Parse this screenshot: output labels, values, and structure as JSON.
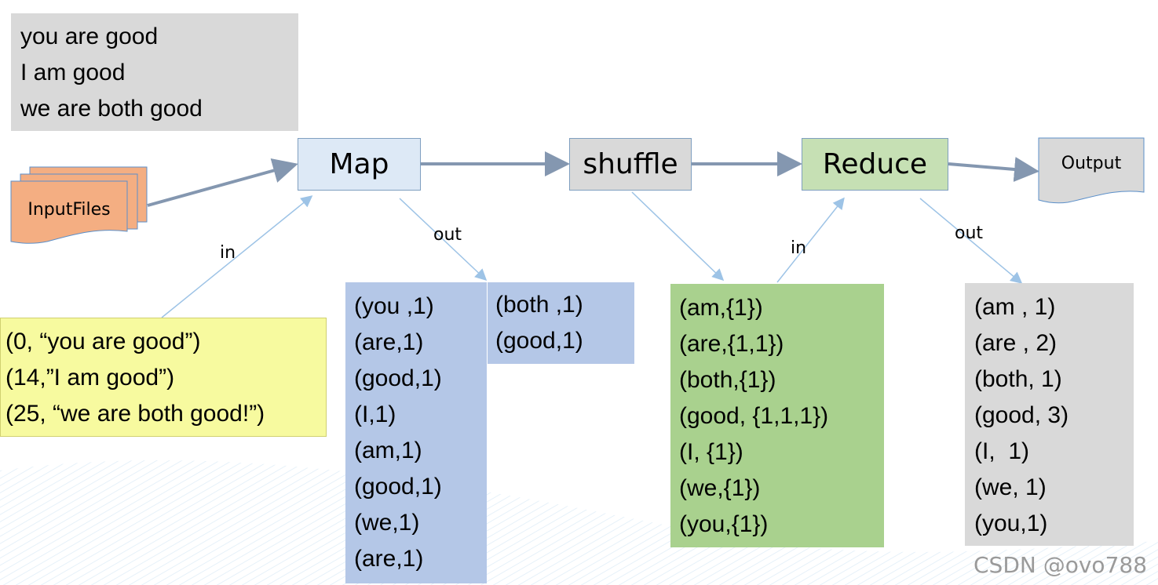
{
  "input_text": {
    "lines": [
      "you are good",
      "I am good",
      "we are both good"
    ]
  },
  "nodes": {
    "input_files": "InputFiles",
    "map": "Map",
    "shuffle": "shuffle",
    "reduce": "Reduce",
    "output": "Output"
  },
  "edge_labels": {
    "map_in": "in",
    "map_out": "out",
    "reduce_in": "in",
    "reduce_out": "out"
  },
  "map_input": {
    "lines": [
      "(0, “you are good”)",
      "(14,”I am good”)",
      "(25, “we are both good!”)"
    ]
  },
  "map_output": {
    "column1": [
      "(you ,1)",
      "(are,1)",
      "(good,1)",
      "(I,1)",
      "(am,1)",
      "(good,1)",
      "(we,1)",
      "(are,1)"
    ],
    "column2": [
      "(both ,1)",
      "(good,1)"
    ]
  },
  "shuffle_output": {
    "lines": [
      "(am,{1})",
      "(are,{1,1})",
      "(both,{1})",
      "(good, {1,1,1})",
      "(I, {1})",
      "(we,{1})",
      "(you,{1})"
    ]
  },
  "reduce_output": {
    "lines": [
      "(am , 1)",
      "(are , 2)",
      "(both, 1)",
      "(good, 3)",
      "(I,  1)",
      "(we, 1)",
      "(you,1)"
    ]
  },
  "watermark": "CSDN @ovo788",
  "colors": {
    "input_text_bg": "#d9d9d9",
    "map": "#dde9f6",
    "shuffle": "#d9d9d9",
    "reduce": "#c6e0b4",
    "input_files": "#f4ae82",
    "map_input_bg": "#f7fa9f",
    "map_output_bg": "#b4c7e7",
    "shuffle_output_bg": "#a9d18e",
    "reduce_output_bg": "#d9d9d9",
    "arrow": "#8497b0",
    "thin_arrow": "#9dc3e6"
  }
}
